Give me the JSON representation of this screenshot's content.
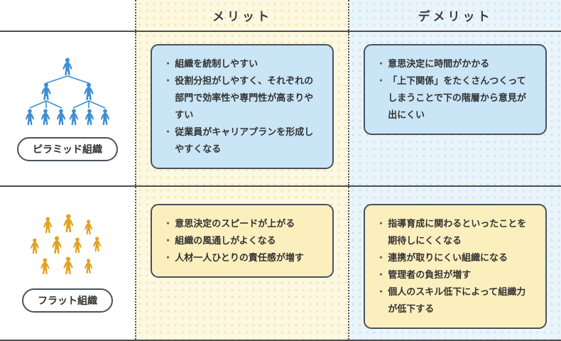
{
  "columns": {
    "merit": "メリット",
    "demerit": "デメリット"
  },
  "rows": [
    {
      "label": "ピラミッド組織",
      "icon": "pyramid-org-icon",
      "merits": [
        "組織を統制しやすい",
        "役割分担がしやすく、それぞれの部門で効率性や専門性が高まりやすい",
        "従業員がキャリアプランを形成しやすくなる"
      ],
      "demerits": [
        "意思決定に時間がかかる",
        "「上下関係」をたくさんつくってしまうことで下の階層から意見が出にくい"
      ]
    },
    {
      "label": "フラット組織",
      "icon": "flat-org-icon",
      "merits": [
        "意思決定のスピードが上がる",
        "組織の風通しがよくなる",
        "人材一人ひとりの責任感が増す"
      ],
      "demerits": [
        "指導育成に関わるといったことを期待しにくくなる",
        "連携が取りにくい組織になる",
        "管理者の負担が増す",
        "個人のスキル低下によって組織力が低下する"
      ]
    }
  ],
  "colors": {
    "pyramid_icon": "#3e8fd0",
    "flat_icon": "#e2a21f",
    "merit_bg": "#fdf8e1",
    "merit_dot": "#f3e7ab",
    "demerit_bg": "#eaf4fb",
    "demerit_dot": "#cde5f3",
    "row1_box": "#c9e5f6",
    "row2_box": "#fcefbe",
    "border_dark": "#4f4f4f"
  }
}
